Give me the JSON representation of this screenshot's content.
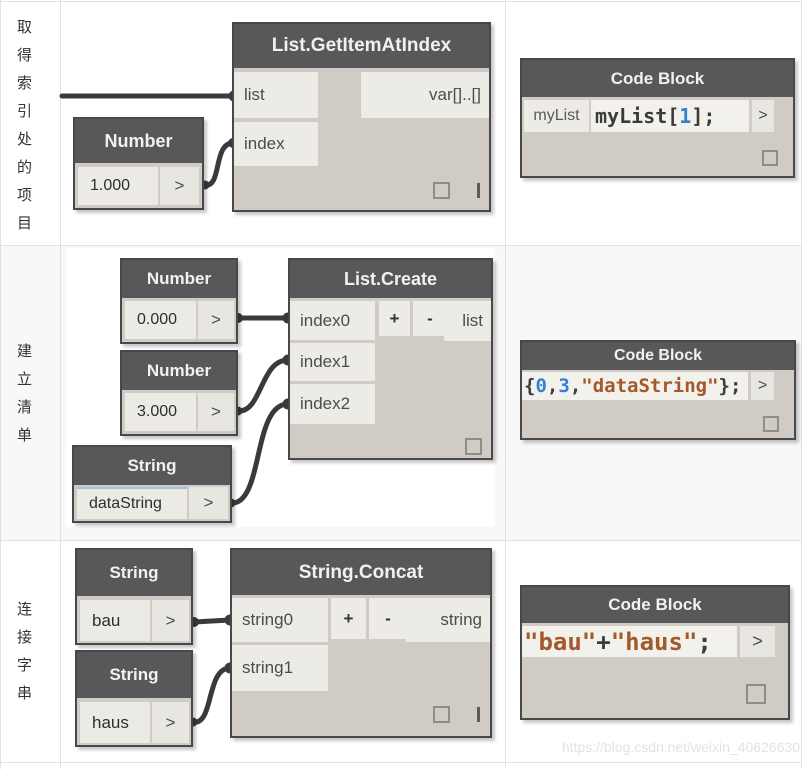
{
  "rows": [
    {
      "label": "取得索引处的项目"
    },
    {
      "label": "建立清单"
    },
    {
      "label": "连接字串"
    }
  ],
  "row1": {
    "number": {
      "title": "Number",
      "value": "1.000",
      "chevron": ">"
    },
    "getitem": {
      "title": "List.GetItemAtIndex",
      "input_list": "list",
      "input_index": "index",
      "output": "var[]..[]"
    },
    "codeblock": {
      "title": "Code Block",
      "input": "myList",
      "code_pre": "myList[",
      "code_num": "1",
      "code_post": "];",
      "chevron": ">"
    }
  },
  "row2": {
    "number0": {
      "title": "Number",
      "value": "0.000",
      "chevron": ">"
    },
    "number3": {
      "title": "Number",
      "value": "3.000",
      "chevron": ">"
    },
    "string": {
      "title": "String",
      "value": "dataString",
      "chevron": ">"
    },
    "listcreate": {
      "title": "List.Create",
      "input0": "index0",
      "input1": "index1",
      "input2": "index2",
      "add": "+",
      "remove": "-",
      "output": "list"
    },
    "codeblock": {
      "title": "Code Block",
      "seg_open": "{",
      "seg_n0": "0",
      "seg_c1": ",",
      "seg_n3": "3",
      "seg_c2": ",",
      "seg_str": "\"dataString\"",
      "seg_close": "};",
      "chevron": ">"
    }
  },
  "row3": {
    "bau": {
      "title": "String",
      "value": "bau",
      "chevron": ">"
    },
    "haus": {
      "title": "String",
      "value": "haus",
      "chevron": ">"
    },
    "concat": {
      "title": "String.Concat",
      "input0": "string0",
      "input1": "string1",
      "add": "+",
      "remove": "-",
      "output": "string"
    },
    "codeblock": {
      "title": "Code Block",
      "seg_s1": "\"bau\"",
      "seg_plus": "+",
      "seg_s2": "\"haus\"",
      "seg_semi": ";",
      "chevron": ">"
    }
  },
  "watermark": "https://blog.csdn.net/weixin_40626630",
  "colors": {
    "node_header": "#58585a",
    "node_body": "#d0ccc5",
    "port_chip": "#edebe5",
    "code_chip": "#f2f1eb",
    "wire": "#3a3a3a",
    "code_number_blue": "#3580d6",
    "code_string_brown": "#a3592a",
    "code_text": "#3b3b3b",
    "row_alt_bg": "#f8f8f8",
    "grid_border": "#e2e2e2"
  }
}
